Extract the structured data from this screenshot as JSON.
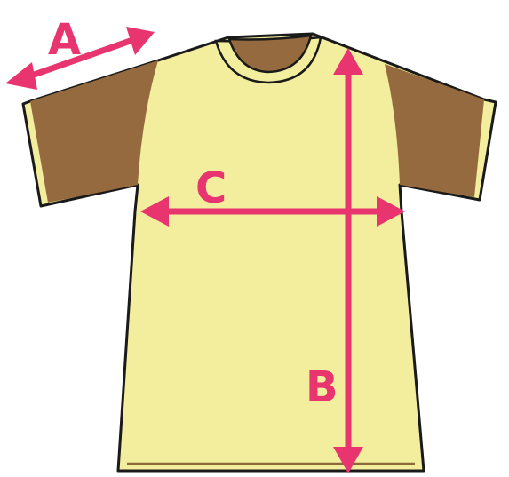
{
  "labels": {
    "a": "A",
    "b": "B",
    "c": "C"
  },
  "colors": {
    "body_fill": "#f2ee9e",
    "sleeve_fill": "#946a3e",
    "outline": "#1a1a1a",
    "arrow": "#e8346f",
    "hem_line": "#8a6a3a"
  }
}
